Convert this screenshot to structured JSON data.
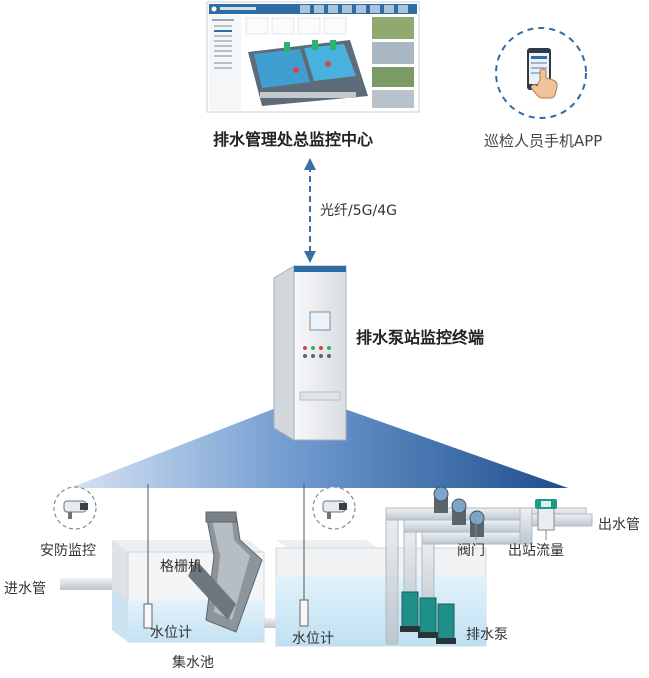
{
  "labels": {
    "center": "排水管理处总监控中心",
    "app": "巡检人员手机APP",
    "network": "光纤/5G/4G",
    "terminal": "排水泵站监控终端",
    "security": "安防监控",
    "inlet": "进水管",
    "grating": "格栅机",
    "level_left": "水位计",
    "sump": "集水池",
    "level_right": "水位计",
    "valve": "阀门",
    "flow": "出站流量",
    "outlet": "出水管",
    "pump": "排水泵"
  },
  "icons": [
    "monitor-screen",
    "smartphone-hand",
    "control-cabinet",
    "security-camera",
    "grating-machine",
    "water-level-sensor",
    "gate-valve",
    "flow-meter",
    "water-pump"
  ],
  "colors": {
    "accent": "#2e6da4",
    "arrow": "#3b6ea5",
    "water": "#cde8f6",
    "cabinet": "#eceff2"
  }
}
